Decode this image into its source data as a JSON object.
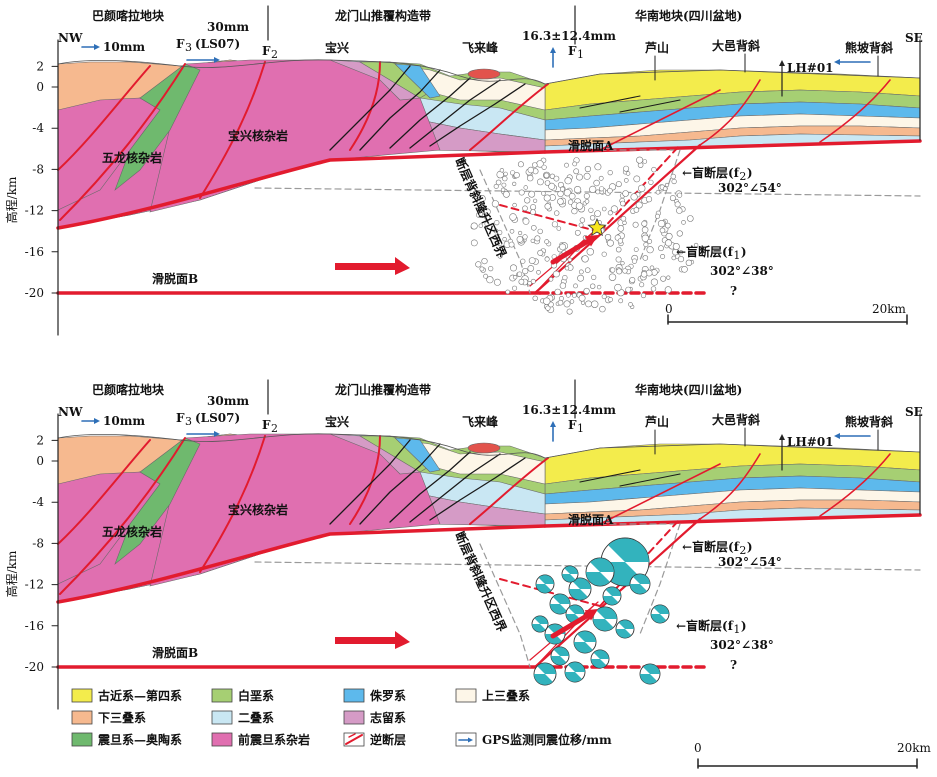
{
  "palette": {
    "quaternary": "#f3ec4c",
    "upper_triassic": "#fdf6e8",
    "lower_triassic": "#f6b98f",
    "permian": "#c9e7f3",
    "jurassic": "#5db9ec",
    "devonian": "#a6cf73",
    "silurian": "#d59bc6",
    "sinian_ordovician": "#6fb96e",
    "presinian": "#e06fb0",
    "fault_red": "#e21b2e",
    "fault_black": "#1a1a1a",
    "gps_arrow": "#2e6fb7",
    "focal_teal": "#33b3bd",
    "quake_fill": "#d9d9d9"
  },
  "panels": [
    {
      "labels": {
        "nw": "NW",
        "se": "SE",
        "bayan": "巴颜喀拉地块",
        "longmen": "龙门山推覆构造带",
        "huanan": "华南地块(四川盆地)",
        "gps1": "10mm",
        "gps2": "30mm",
        "gps2b": "(LS07)",
        "f3": "F",
        "f3sub": "3",
        "f2": "F",
        "f2sub": "2",
        "f1": "F",
        "f1sub": "1",
        "baoxing": "宝兴",
        "feilai": "飞来峰",
        "uplift": "16.3±12.4mm",
        "lushan": "芦山",
        "dayi": "大邑背斜",
        "lh": "LH#01",
        "xiongpo": "熊坡背斜",
        "wulong": "五龙核杂岩",
        "baoxing_core": "宝兴核杂岩",
        "detach_a": "滑脱面A",
        "detach_b": "滑脱面B",
        "fault_zone": "断层背斜隆升区西界",
        "blind2": "←盲断层(f",
        "blind2sub": "2",
        "blind2end": ")",
        "angle2": "302°∠54°",
        "blind1": "←盲断层(f",
        "blind1sub": "1",
        "blind1end": ")",
        "angle1": "302°∠38°",
        "q": "?",
        "ylabel": "高程/km",
        "scale0": "0",
        "scale20": "20km",
        "ticks": [
          "2",
          "0",
          "-4",
          "-8",
          "-12",
          "-16",
          "-20"
        ]
      }
    },
    {
      "labels": {
        "nw": "NW",
        "se": "SE",
        "bayan": "巴颜喀拉地块",
        "longmen": "龙门山推覆构造带",
        "huanan": "华南地块(四川盆地)",
        "gps1": "10mm",
        "gps2": "30mm",
        "gps2b": "(LS07)",
        "f3": "F",
        "f3sub": "3",
        "f2": "F",
        "f2sub": "2",
        "f1": "F",
        "f1sub": "1",
        "baoxing": "宝兴",
        "feilai": "飞来峰",
        "uplift": "16.3±12.4mm",
        "lushan": "芦山",
        "dayi": "大邑背斜",
        "lh": "LH#01",
        "xiongpo": "熊坡背斜",
        "wulong": "五龙核杂岩",
        "baoxing_core": "宝兴核杂岩",
        "detach_a": "滑脱面A",
        "detach_b": "滑脱面B",
        "fault_zone": "断层背斜隆升区西界",
        "blind2": "←盲断层(f",
        "blind2sub": "2",
        "blind2end": ")",
        "angle2": "302°∠54°",
        "blind1": "←盲断层(f",
        "blind1sub": "1",
        "blind1end": ")",
        "angle1": "302°∠38°",
        "q": "?",
        "ylabel": "高程/km",
        "scale0": "0",
        "scale20": "20km",
        "ticks": [
          "2",
          "0",
          "-4",
          "-8",
          "-12",
          "-16",
          "-20"
        ]
      }
    }
  ],
  "legend": [
    {
      "label": "古近系—第四系",
      "key": "quaternary"
    },
    {
      "label": "白垩系",
      "key": "devonian"
    },
    {
      "label": "侏罗系",
      "key": "jurassic"
    },
    {
      "label": "上三叠系",
      "key": "upper_triassic"
    },
    {
      "label": "下三叠系",
      "key": "lower_triassic"
    },
    {
      "label": "二叠系",
      "key": "permian"
    },
    {
      "label": "志留系",
      "key": "silurian"
    },
    {
      "label": "震旦系—奥陶系",
      "key": "sinian_ordovician"
    },
    {
      "label": "前震旦系杂岩",
      "key": "presinian"
    },
    {
      "label": "逆断层",
      "key": "fault"
    },
    {
      "label": "GPS监测同震位移/mm",
      "key": "gps"
    }
  ]
}
